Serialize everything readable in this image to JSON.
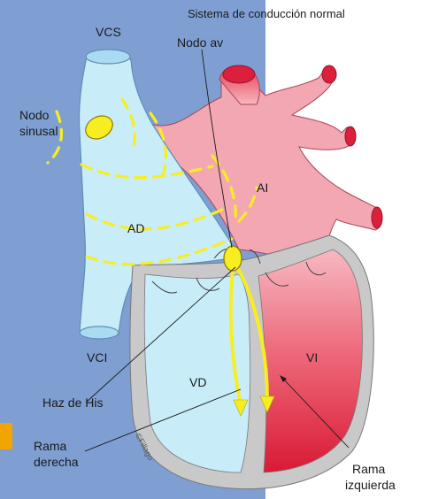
{
  "title": "Sistema de conducción normal",
  "labels": {
    "vcs": "VCS",
    "nodo_av": "Nodo av",
    "nodo_sinusal_1": "Nodo",
    "nodo_sinusal_2": "sinusal",
    "ai": "AI",
    "ad": "AD",
    "vci": "VCI",
    "vi": "VI",
    "vd": "VD",
    "haz_de_his": "Haz de His",
    "rama_derecha_1": "Rama",
    "rama_derecha_2": "derecha",
    "rama_izquierda_1": "Rama",
    "rama_izquierda_2": "izquierda",
    "copyright": "©Fillago"
  },
  "colors": {
    "left_background": "#7f9fd3",
    "right_background": "#ffffff",
    "right_heart": "#c8ecf8",
    "left_heart_light": "#f6b9c2",
    "left_heart_dark": "#dc1f3a",
    "septum": "#c9c9c9",
    "conduction": "#f7ee22",
    "node_outline": "#8a7a00",
    "corner_square": "#f2a400"
  }
}
